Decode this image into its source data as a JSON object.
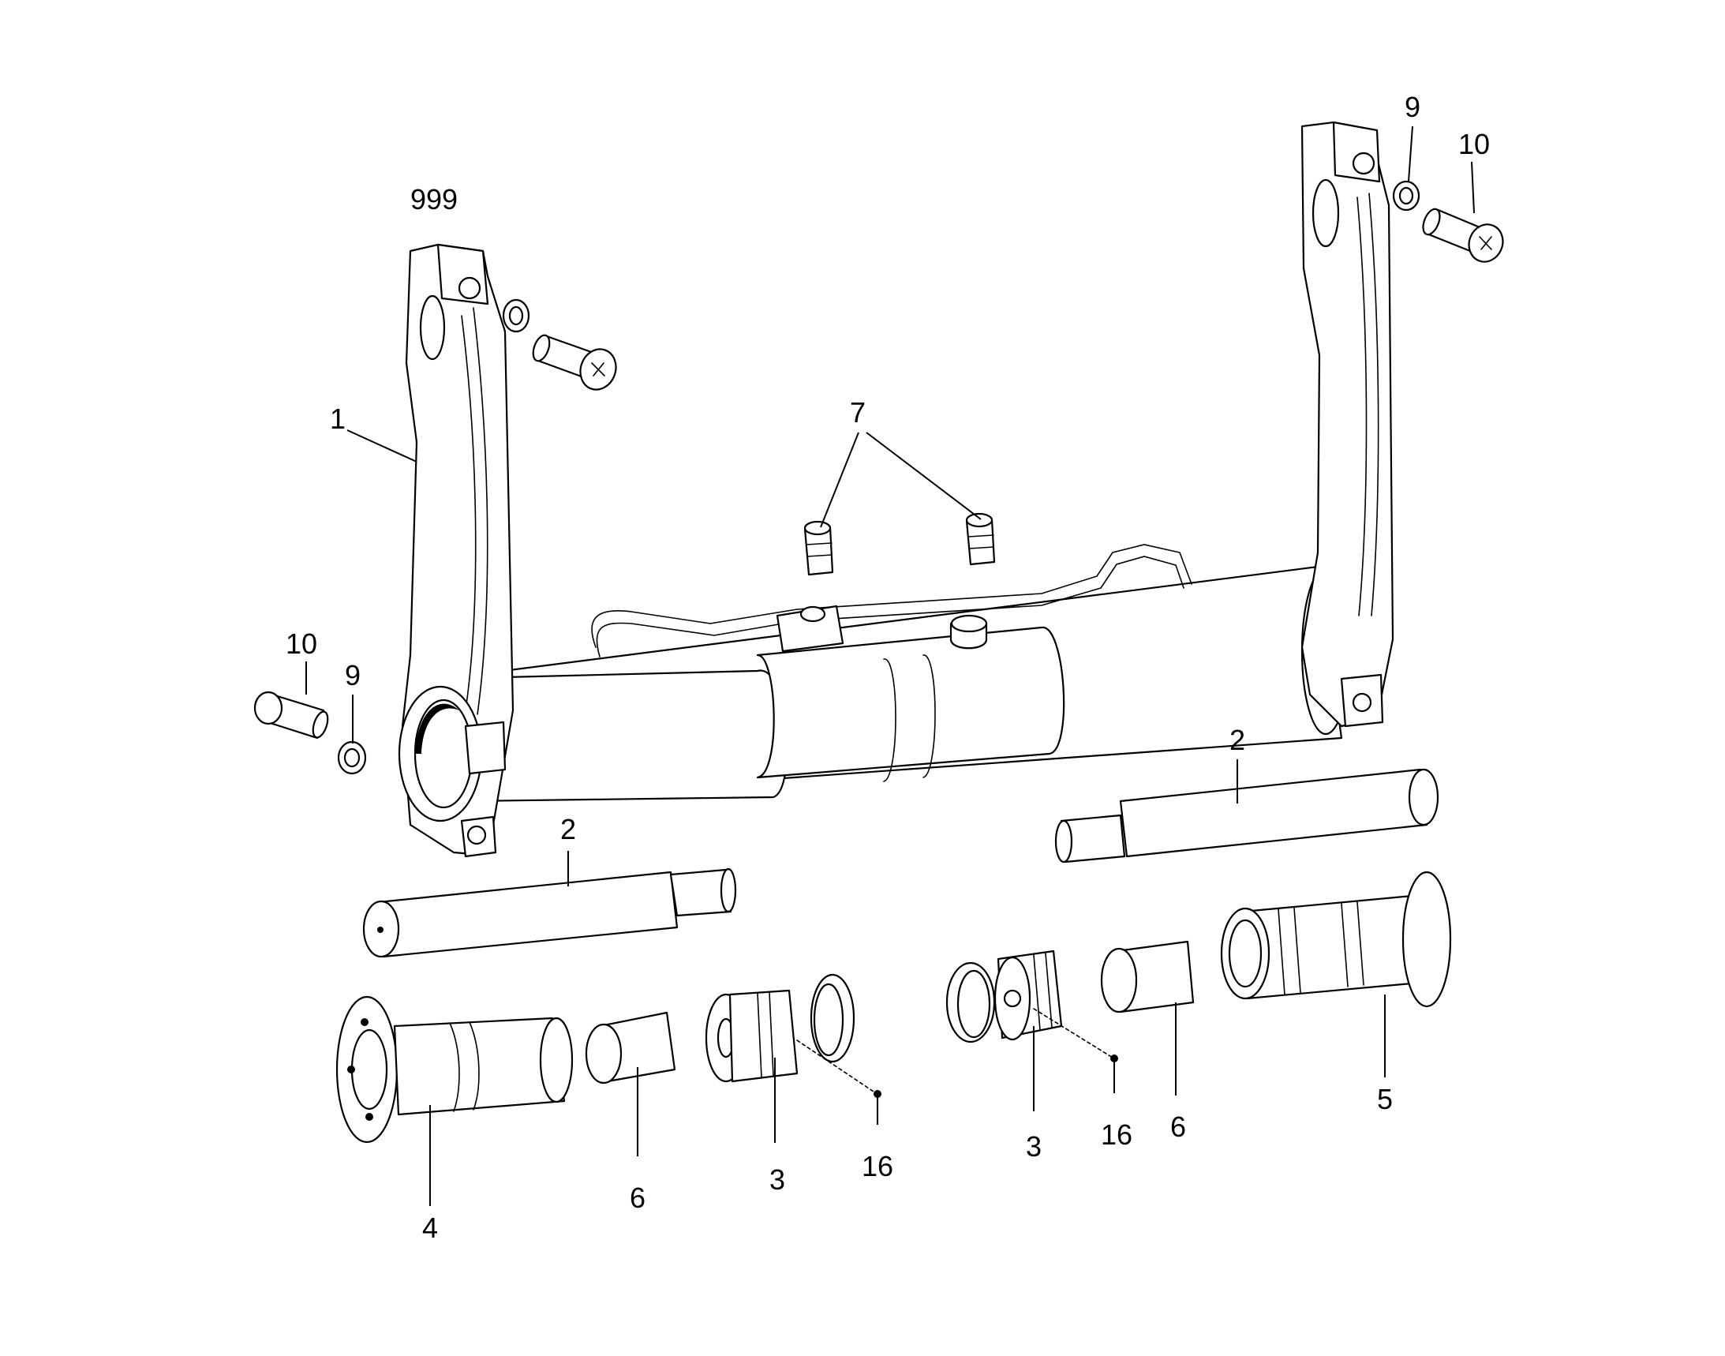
{
  "diagram": {
    "assembly_number": "999",
    "callouts": [
      "1",
      "2",
      "2",
      "3",
      "3",
      "4",
      "5",
      "6",
      "6",
      "7",
      "9",
      "9",
      "10",
      "10",
      "16",
      "16"
    ]
  }
}
